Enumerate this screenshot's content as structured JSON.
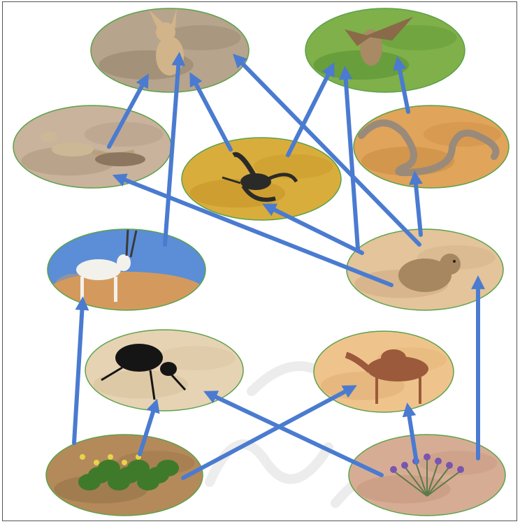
{
  "diagram": {
    "organisms": [
      {
        "id": "fox",
        "icon": "fennec-fox-icon",
        "colors": [
          "#b7a48c",
          "#8e7a63",
          "#d2b48a"
        ]
      },
      {
        "id": "falcon",
        "icon": "falcon-icon",
        "colors": [
          "#7fb04a",
          "#4f8a2c",
          "#a88b64"
        ]
      },
      {
        "id": "lizard",
        "icon": "lizard-icon",
        "colors": [
          "#c9b39c",
          "#a89078",
          "#8c7660"
        ]
      },
      {
        "id": "scorpion",
        "icon": "scorpion-icon",
        "colors": [
          "#d9ad3c",
          "#c08f22",
          "#2a2a28"
        ]
      },
      {
        "id": "snake",
        "icon": "viper-snake-icon",
        "colors": [
          "#e0a45a",
          "#c4843d",
          "#9a8a7a"
        ]
      },
      {
        "id": "oryx",
        "icon": "oryx-icon",
        "colors": [
          "#5b8ed6",
          "#d49a5d",
          "#f3f1ec"
        ]
      },
      {
        "id": "jerboa",
        "icon": "desert-rodent-icon",
        "colors": [
          "#e3c49b",
          "#c9a47a",
          "#a78760"
        ]
      },
      {
        "id": "beetle",
        "icon": "darkling-beetle-icon",
        "colors": [
          "#e6d3b3",
          "#d4bc96",
          "#151515"
        ]
      },
      {
        "id": "camel",
        "icon": "camel-icon",
        "colors": [
          "#efc48c",
          "#dca96c",
          "#9b5a3c"
        ]
      },
      {
        "id": "shrub",
        "icon": "desert-shrub-icon",
        "colors": [
          "#b58a5a",
          "#8a6a42",
          "#3e7a2a"
        ]
      },
      {
        "id": "iris",
        "icon": "wild-iris-icon",
        "colors": [
          "#d6ad94",
          "#c09078",
          "#7a55b0"
        ]
      }
    ],
    "arrow_color": "#4a7bd0",
    "ellipse_border": "#5ba24a",
    "arrows": [
      {
        "from": "lizard",
        "to": "fox"
      },
      {
        "from": "oryx",
        "to": "fox"
      },
      {
        "from": "scorpion",
        "to": "fox"
      },
      {
        "from": "jerboa",
        "to": "fox"
      },
      {
        "from": "scorpion",
        "to": "falcon"
      },
      {
        "from": "jerboa",
        "to": "falcon"
      },
      {
        "from": "snake",
        "to": "falcon"
      },
      {
        "from": "jerboa",
        "to": "snake"
      },
      {
        "from": "jerboa",
        "to": "scorpion"
      },
      {
        "from": "jerboa",
        "to": "lizard"
      },
      {
        "from": "shrub",
        "to": "oryx"
      },
      {
        "from": "shrub",
        "to": "beetle"
      },
      {
        "from": "shrub",
        "to": "camel"
      },
      {
        "from": "iris",
        "to": "beetle"
      },
      {
        "from": "iris",
        "to": "camel"
      },
      {
        "from": "iris",
        "to": "jerboa"
      }
    ]
  }
}
